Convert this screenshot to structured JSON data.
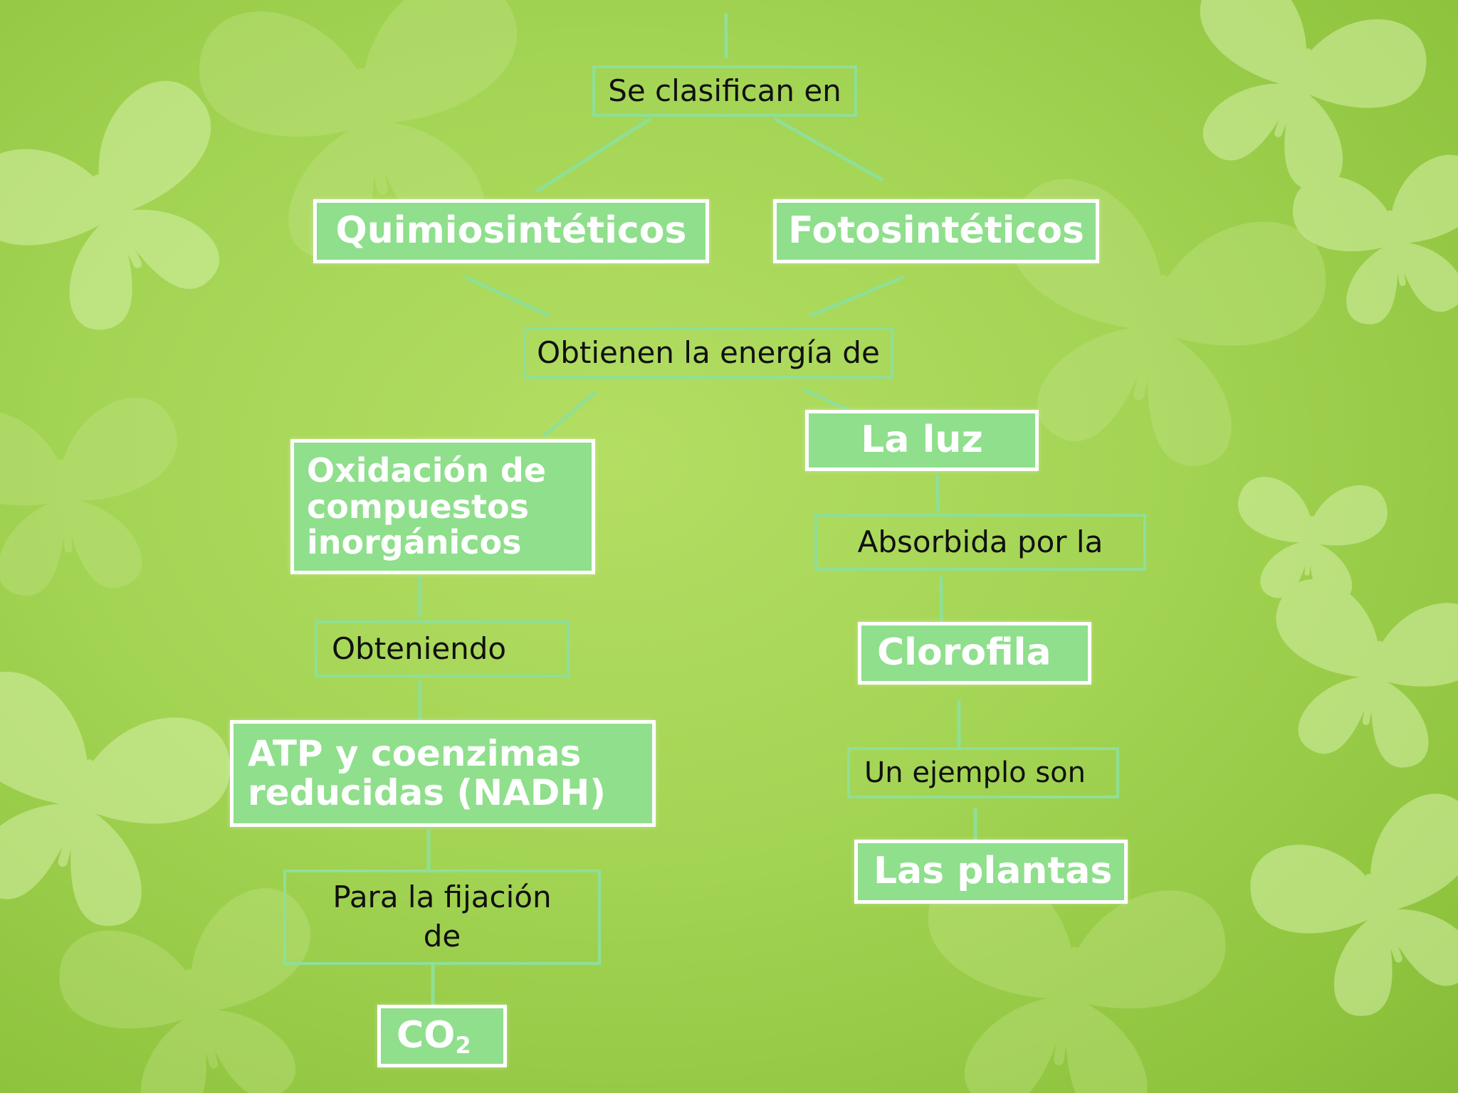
{
  "diagram": {
    "type": "concept-map",
    "nodes": {
      "se_clasifican": "Se clasifican en",
      "quimiosinteticos": "Quimiosintéticos",
      "fotosinteticos": "Fotosintéticos",
      "obtienen_energia": "Obtienen la energía de",
      "oxidacion": "Oxidación de compuestos inorgánicos",
      "obteniendo": "Obteniendo",
      "atp": "ATP y coenzimas reducidas (NADH)",
      "fijacion": "Para la fijación de",
      "co2": "CO",
      "co2_subscript": "2",
      "la_luz": "La luz",
      "absorbida": "Absorbida por la",
      "clorofila": "Clorofila",
      "ejemplo": "Un ejemplo son",
      "plantas": "Las plantas"
    },
    "edges": [
      [
        "top",
        "se_clasifican"
      ],
      [
        "se_clasifican",
        "quimiosinteticos"
      ],
      [
        "se_clasifican",
        "fotosinteticos"
      ],
      [
        "quimiosinteticos",
        "obtienen_energia"
      ],
      [
        "fotosinteticos",
        "obtienen_energia"
      ],
      [
        "obtienen_energia",
        "oxidacion"
      ],
      [
        "obtienen_energia",
        "la_luz"
      ],
      [
        "oxidacion",
        "obteniendo"
      ],
      [
        "obteniendo",
        "atp"
      ],
      [
        "atp",
        "fijacion"
      ],
      [
        "fijacion",
        "co2"
      ],
      [
        "la_luz",
        "absorbida"
      ],
      [
        "absorbida",
        "clorofila"
      ],
      [
        "clorofila",
        "ejemplo"
      ],
      [
        "ejemplo",
        "plantas"
      ]
    ]
  },
  "colors": {
    "background": "#a3d454",
    "concept_fill": "#8fdf8c",
    "concept_border": "#ffffff",
    "link_border": "#8fdf96",
    "connector": "#8fdf96"
  }
}
